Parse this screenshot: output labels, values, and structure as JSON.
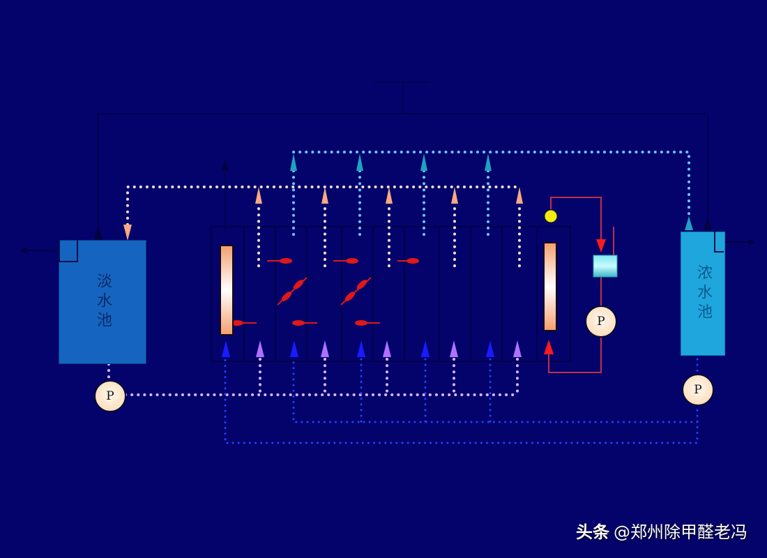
{
  "diagram": {
    "type": "electrodialysis-process-schematic",
    "colors": {
      "background": "#03036b",
      "dilute_tank": "#1565c0",
      "concentrate_tank": "#1fa6dd",
      "dilute_flow_dots": "#f8d8c8",
      "concentrate_flow_dots": "#6fc4ff",
      "feed_flow_dots": "#d8b8ff",
      "return_flow_dots": "#2a3cff",
      "electrode_loop": "#d03040",
      "ion_arrow": "#e01818"
    },
    "tanks": {
      "dilute": {
        "label": "淡水池"
      },
      "concentrate": {
        "label": "浓水池"
      }
    },
    "pumps": [
      {
        "id": "dilute-pump",
        "label": "P"
      },
      {
        "id": "electrode-pump",
        "label": "P"
      },
      {
        "id": "concentrate-pump",
        "label": "P"
      }
    ],
    "stack": {
      "compartments": 9,
      "ion_arrow_count": 10
    }
  },
  "watermark": {
    "brand": "头条",
    "author": "@郑州除甲醛老冯"
  }
}
